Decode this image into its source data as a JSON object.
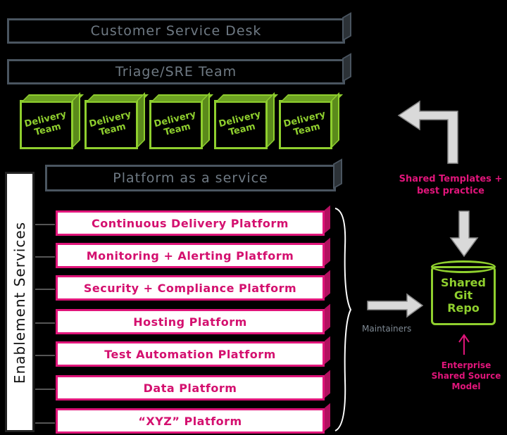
{
  "top_layers": {
    "customer_service": "Customer Service Desk",
    "triage": "Triage/SRE Team"
  },
  "delivery_teams": [
    {
      "label": "Delivery Team"
    },
    {
      "label": "Delivery Team"
    },
    {
      "label": "Delivery Team"
    },
    {
      "label": "Delivery Team"
    },
    {
      "label": "Delivery Team"
    }
  ],
  "paas": "Platform as a service",
  "enablement": "Enablement Services",
  "platforms": [
    {
      "label": "Continuous Delivery Platform"
    },
    {
      "label": "Monitoring + Alerting Platform"
    },
    {
      "label": "Security + Compliance Platform"
    },
    {
      "label": "Hosting Platform"
    },
    {
      "label": "Test Automation Platform"
    },
    {
      "label": "Data Platform"
    },
    {
      "label": "“XYZ” Platform"
    }
  ],
  "maintainers": "Maintainers",
  "shared_templates": "Shared Templates + best practice",
  "repo": "Shared Git Repo",
  "enterprise_model": "Enterprise Shared Source Model",
  "colors": {
    "green": "#8fcf2e",
    "pink": "#e0157a",
    "grey": "#4a5560",
    "background": "#000000"
  }
}
